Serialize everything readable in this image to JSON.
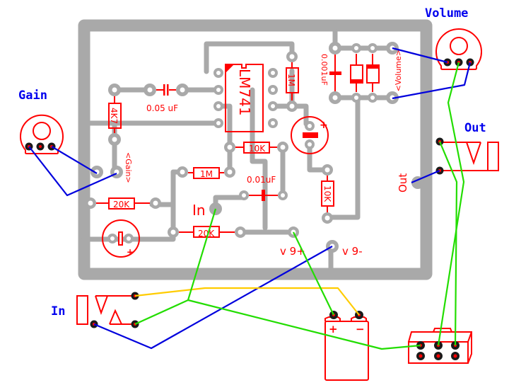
{
  "title": "Guitar preamp / overdrive stripboard layout",
  "colors": {
    "board_trace": "#a9a9a9",
    "component": "#ff0000",
    "label_blue": "#0000ee",
    "wire_blue": "#0000dd",
    "wire_green": "#22dd00",
    "wire_yellow": "#ffcc00",
    "background": "#ffffff"
  },
  "external_labels": {
    "gain": "Gain",
    "volume": "Volume",
    "out": "Out",
    "in": "In"
  },
  "board_labels": {
    "ic": "LM741",
    "cap_005": "0.05 uF",
    "cap_001": "0.01uF",
    "cap_0001": "0.001uF",
    "res_4k7": "4K7",
    "res_1m_top": "1M",
    "res_1m_mid": "1M",
    "res_10k_mid": "10K",
    "res_10k_right": "10K",
    "res_20k_top": "20K",
    "res_20k_bottom": "20K",
    "gain_pad": "<Gain>",
    "volume_pad": "<Volume>",
    "out_pad": "Out",
    "in_pad": "In",
    "v9_plus": "v 9+",
    "v9_minus": "v 9-"
  },
  "battery": {
    "plus": "+",
    "minus": "−"
  },
  "electrolytic": {
    "plus": "+"
  },
  "wires": [
    {
      "name": "gain-wire-1",
      "color": "blue"
    },
    {
      "name": "gain-wire-2",
      "color": "blue"
    },
    {
      "name": "volume-wire-1",
      "color": "blue"
    },
    {
      "name": "volume-wire-2",
      "color": "blue"
    },
    {
      "name": "out-wire",
      "color": "blue"
    },
    {
      "name": "in-ground-wire",
      "color": "blue"
    },
    {
      "name": "in-signal-wire",
      "color": "green"
    },
    {
      "name": "v9plus-wire",
      "color": "green"
    },
    {
      "name": "switch-wire-1",
      "color": "green"
    },
    {
      "name": "switch-wire-2",
      "color": "green"
    },
    {
      "name": "switch-wire-3",
      "color": "green"
    },
    {
      "name": "out-tip-wire",
      "color": "green"
    },
    {
      "name": "battery-minus-wire",
      "color": "yellow"
    }
  ]
}
